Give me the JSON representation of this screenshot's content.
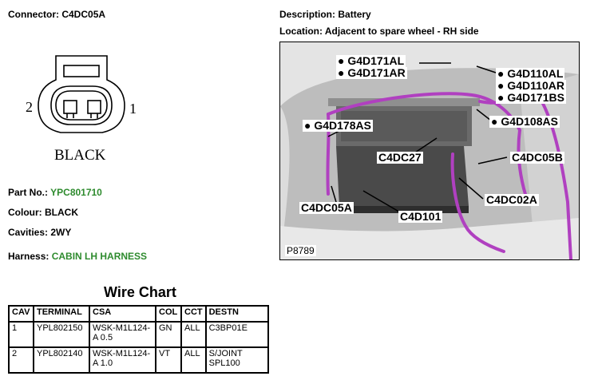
{
  "connector": {
    "label": "Connector:",
    "value": "C4DC05A",
    "pins": {
      "left": "2",
      "right": "1"
    },
    "color_caption": "BLACK"
  },
  "details": {
    "part_no_label": "Part No.:",
    "part_no_value": "YPC801710",
    "colour_label": "Colour:",
    "colour_value": "BLACK",
    "cavities_label": "Cavities:",
    "cavities_value": "2WY",
    "harness_label": "Harness:",
    "harness_value": "CABIN LH HARNESS"
  },
  "description": {
    "label": "Description:",
    "value": "Battery"
  },
  "location": {
    "label": "Location:",
    "value": "Adjacent to spare wheel - RH side"
  },
  "photo": {
    "id": "P8789",
    "callouts": {
      "g4d171al": "G4D171AL",
      "g4d171ar": "G4D171AR",
      "g4d110al": "G4D110AL",
      "g4d110ar": "G4D110AR",
      "g4d171bs": "G4D171BS",
      "g4d178as": "G4D178AS",
      "g4d108as": "G4D108AS",
      "c4dc27": "C4DC27",
      "c4dc05b": "C4DC05B",
      "c4dc05a": "C4DC05A",
      "c4dc02a": "C4DC02A",
      "c4d101": "C4D101"
    },
    "harness_color": "#b040c0"
  },
  "wire_chart": {
    "title": "Wire Chart",
    "headers": [
      "CAV",
      "TERMINAL",
      "CSA",
      "COL",
      "CCT",
      "DESTN"
    ],
    "rows": [
      [
        "1",
        "YPL802150",
        "WSK-M1L124-A 0.5",
        "GN",
        "ALL",
        "C3BP01E"
      ],
      [
        "2",
        "YPL802140",
        "WSK-M1L124-A 1.0",
        "VT",
        "ALL",
        "S/JOINT SPL100"
      ]
    ]
  },
  "green_text_color": "#2e8b2e"
}
